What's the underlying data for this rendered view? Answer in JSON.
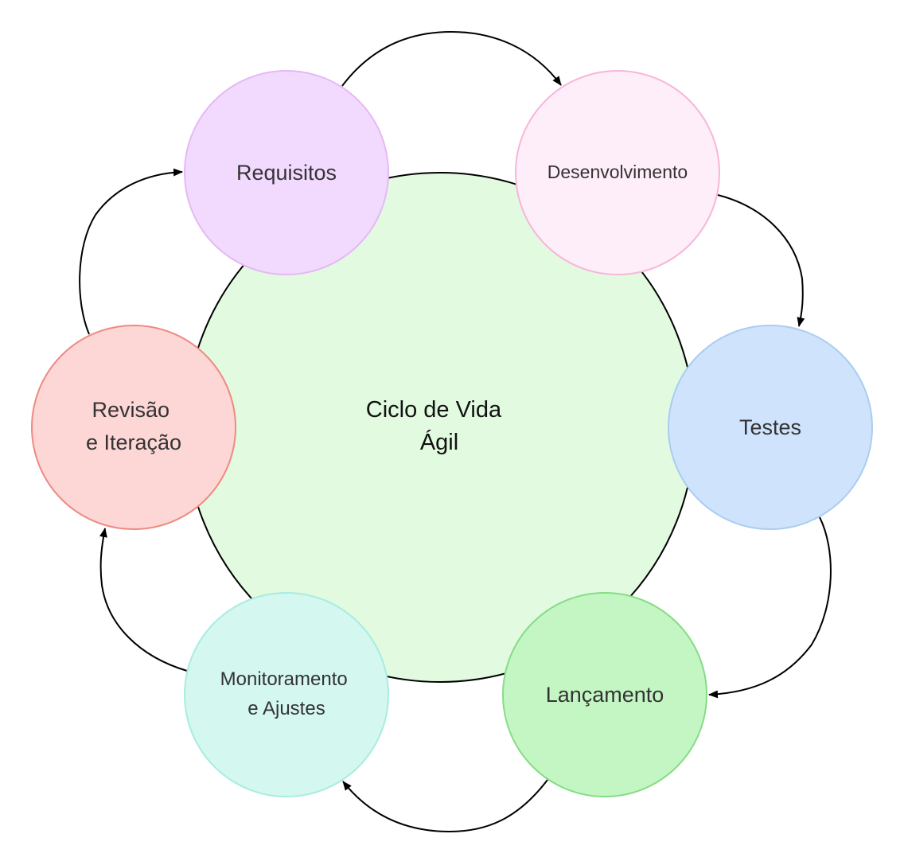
{
  "diagram": {
    "center": {
      "lines": [
        "Ciclo de Vida",
        "Ágil"
      ],
      "fill": "#e2fae0",
      "stroke": "#000000"
    },
    "nodes": [
      {
        "id": "requisitos",
        "lines": [
          "Requisitos"
        ],
        "fill": "#f2daff",
        "stroke": "#e6b8f5"
      },
      {
        "id": "desenvolvimento",
        "lines": [
          "Desenvolvimento"
        ],
        "fill": "#feeefa",
        "stroke": "#f7b6d8"
      },
      {
        "id": "testes",
        "lines": [
          "Testes"
        ],
        "fill": "#cfe3fc",
        "stroke": "#a9cdf2"
      },
      {
        "id": "lancamento",
        "lines": [
          "Lançamento"
        ],
        "fill": "#c4f6c4",
        "stroke": "#86dc86"
      },
      {
        "id": "monitoramento",
        "lines": [
          "Monitoramento",
          "e Ajustes"
        ],
        "fill": "#d4f7f0",
        "stroke": "#a8ede0"
      },
      {
        "id": "revisao",
        "lines": [
          "Revisão",
          "e Iteração"
        ],
        "fill": "#fdd6d6",
        "stroke": "#ee8a82"
      }
    ],
    "edges": [
      {
        "from": "requisitos",
        "to": "desenvolvimento"
      },
      {
        "from": "desenvolvimento",
        "to": "testes"
      },
      {
        "from": "testes",
        "to": "lancamento"
      },
      {
        "from": "lancamento",
        "to": "monitoramento"
      },
      {
        "from": "monitoramento",
        "to": "revisao"
      },
      {
        "from": "revisao",
        "to": "requisitos"
      }
    ]
  }
}
